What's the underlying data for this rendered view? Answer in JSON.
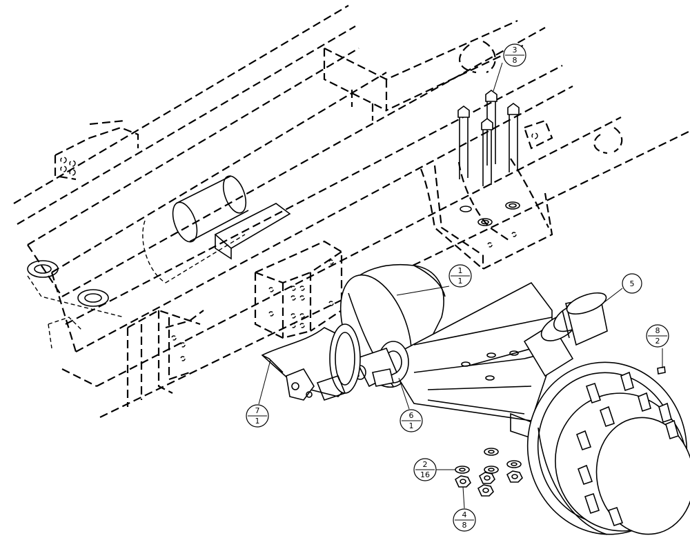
{
  "callouts": [
    {
      "id": "c1",
      "top": "1",
      "bottom": "1"
    },
    {
      "id": "c3",
      "top": "3",
      "bottom": "8"
    },
    {
      "id": "c5",
      "top": "5",
      "bottom": ""
    },
    {
      "id": "c8",
      "top": "8",
      "bottom": "2"
    },
    {
      "id": "c7",
      "top": "7",
      "bottom": "1"
    },
    {
      "id": "c6",
      "top": "6",
      "bottom": "1"
    },
    {
      "id": "c2",
      "top": "2",
      "bottom": "16"
    },
    {
      "id": "c4",
      "top": "4",
      "bottom": "8"
    }
  ]
}
